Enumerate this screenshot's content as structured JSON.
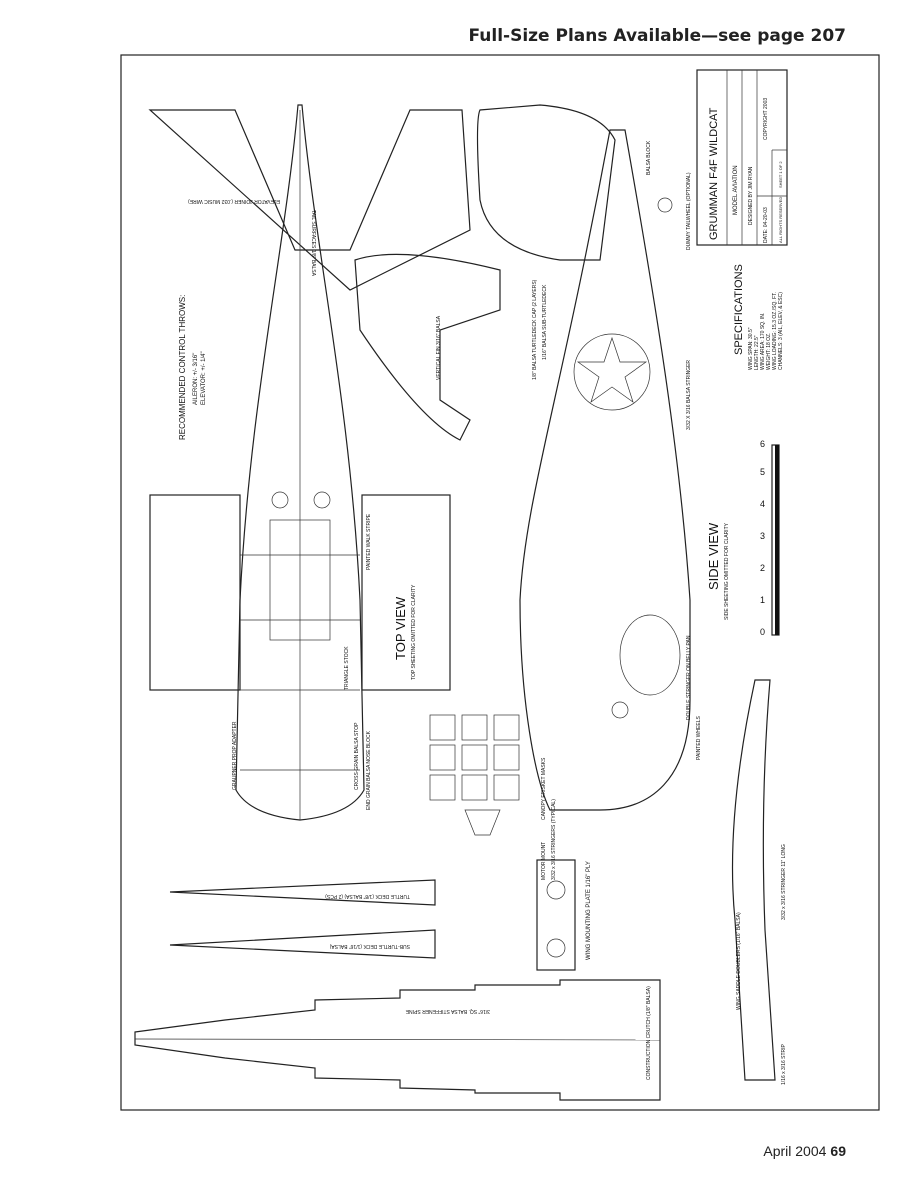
{
  "header": {
    "plans_note": "Full-Size Plans Available—see page 207"
  },
  "footer": {
    "issue": "April 2004",
    "page": "69"
  },
  "title_block": {
    "title": "GRUMMAN F4F WILDCAT",
    "publisher": "MODEL AVIATION",
    "designer": "DESIGNED BY JIM RYAN",
    "copyright": "COPYRIGHT 2003",
    "date": "DATE: 04-20-03",
    "sheet": "SHEET 1 OF 2",
    "rights": "ALL RIGHTS RESERVED"
  },
  "specifications": {
    "heading": "SPECIFICATIONS",
    "lines": [
      "WING SPAN: 30.5\"",
      "LENGTH: 22.5\"",
      "WING AREA: 170 SQ. IN.",
      "WEIGHT: 18 OZ.",
      "WING LOADING: 15.3 OZ./SQ. FT.",
      "CHANNELS: 3 (AIL, ELEV, & ESC)"
    ]
  },
  "control_throws": {
    "heading": "RECOMMENDED CONTROL THROWS:",
    "aileron": "AILERON: +/- 3/16\"",
    "elevator": "ELEVATOR: +/- 1/4\""
  },
  "views": {
    "top": "TOP VIEW",
    "top_note": "TOP SHEETING OMITTED FOR CLARITY",
    "side": "SIDE VIEW",
    "side_note": "SIDE SHEETING OMITTED FOR CLARITY"
  },
  "scale": {
    "ticks": [
      "0",
      "1",
      "2",
      "3",
      "4",
      "5",
      "6"
    ]
  },
  "labels": {
    "tail_surfaces": "TAIL SURFACES 1/8\" BALSA",
    "elevator_joiner": "ELEVATOR JOINER (.032 MUSIC WIRE)",
    "vertical_fin": "VERTICAL FIN 3/16\" BALSA",
    "dummy_tailwheel": "DUMMY TAILWHEEL (OPTIONAL)",
    "balsa_block": "BALSA BLOCK",
    "turtledeck_cap": "1/8\" BALSA TURTLEDECK CAP (2 LAYERS)",
    "sub_turtledeck": "1/16\" BALSA SUB-TURTLEDECK",
    "stringer": "3/32 X 3/16 BALSA STRINGER",
    "triangle_stock": "TRIANGLE STOCK",
    "walk_stripe": "PAINTED WALK STRIPE",
    "balsa_stop": "CROSS-GRAIN BALSA STOP",
    "nose_block": "END GRAIN BALSA NOSE BLOCK",
    "prop_adapter": "GRAUPNER PROP ADAPTER",
    "canopy_masks": "CANOPY FRISKET MASKS",
    "motor_mount": "MOTOR MOUNT",
    "stringers_typical": "3/32 x 3/16 STRINGERS (TYPICAL)",
    "painted_wheels": "PAINTED WHEELS",
    "double_stringer": "DOUBLE STRINGER ON BELLY PAN",
    "turtle_deck": "TURTLE DECK (1/8\" BALSA) (2 PCS)",
    "sub_turtle_deck": "SUB-TURTLE DECK (1/16\" BALSA)",
    "mounting_plate": "WING MOUNTING PLATE 1/16\" PLY",
    "stiffener_spine": "3/16\" SQ. BALSA STIFFENER SPINE",
    "crutch": "CONSTRUCTION CRUTCH (1/8\" BALSA)",
    "saddle_doublers": "WING SADDLE DOUBLERS (1/16\" BALSA)",
    "stringer_long": "3/32 x 3/16 STRINGER 11\" LONG",
    "strip": "1/16 x 3/16 STRIP"
  }
}
